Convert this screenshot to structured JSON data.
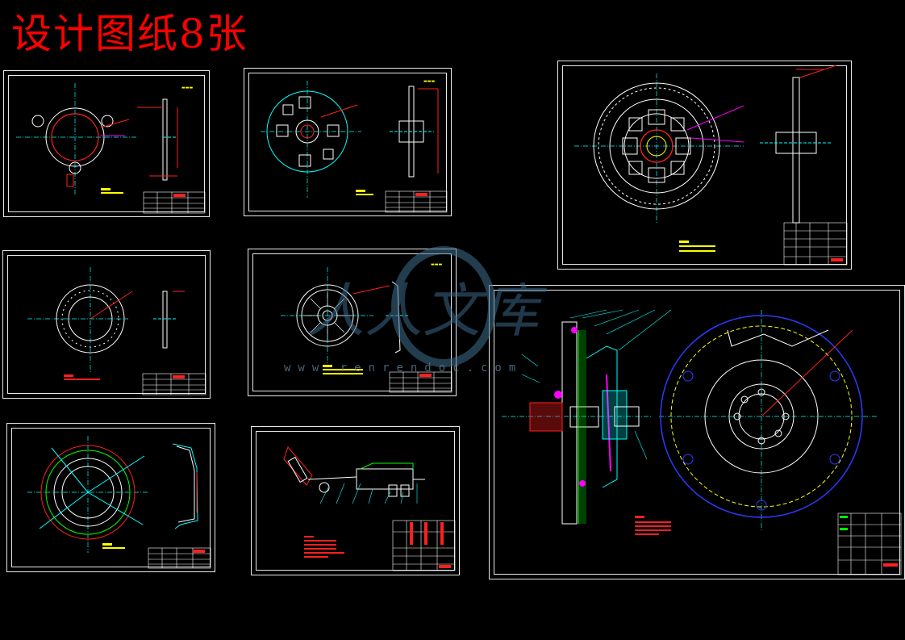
{
  "title": "设计图纸8张",
  "watermark": {
    "logo_text": "人人文库",
    "url": "www.renrendoc.com"
  },
  "colors": {
    "background": "#000000",
    "title": "#ff0000",
    "frame": "#e8e8e8",
    "cyan": "#00ffff",
    "red": "#ff2020",
    "yellow": "#ffff00",
    "magenta": "#ff00ff",
    "green": "#00ff00",
    "blue": "#2a3cff",
    "watermark": "#3f6f8f"
  },
  "sheets": [
    {
      "id": "release-fork-drawing"
    },
    {
      "id": "hub-damper-drawing"
    },
    {
      "id": "clutch-disc-assembly-drawing"
    },
    {
      "id": "friction-lining-drawing"
    },
    {
      "id": "diaphragm-spring-drawing"
    },
    {
      "id": "pressure-plate-drawing"
    },
    {
      "id": "hydraulic-actuator-drawing"
    },
    {
      "id": "clutch-assembly-drawing"
    }
  ]
}
